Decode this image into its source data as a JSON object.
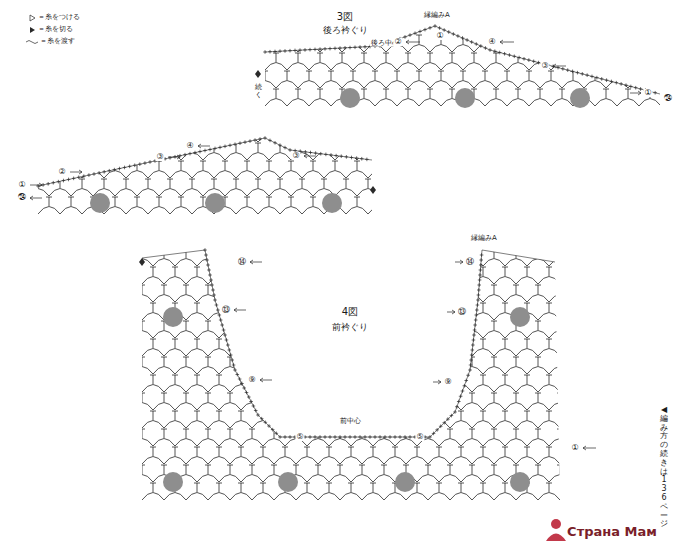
{
  "diagram": {
    "labels": [
      "3図",
      "後ろ衿ぐり",
      "縁編みA",
      "後ろ中心",
      "①",
      "②",
      "④",
      "③",
      "①",
      "㉔",
      "続く",
      "①",
      "㉔",
      "②",
      "③",
      "④",
      "③",
      "4図",
      "前衿ぐり",
      "前中心",
      "縁編みA",
      "⑭",
      "⑬",
      "⑨",
      "⑤",
      "⑭",
      "⑬",
      "⑨",
      "⑤",
      "①",
      "◀編み方の続きは136ページ",
      "Страна Мам"
    ],
    "legend": [
      {
        "text": "＝糸をつける"
      },
      {
        "text": "＝糸を切る"
      },
      {
        "text": "＝糸を渡す"
      }
    ]
  }
}
